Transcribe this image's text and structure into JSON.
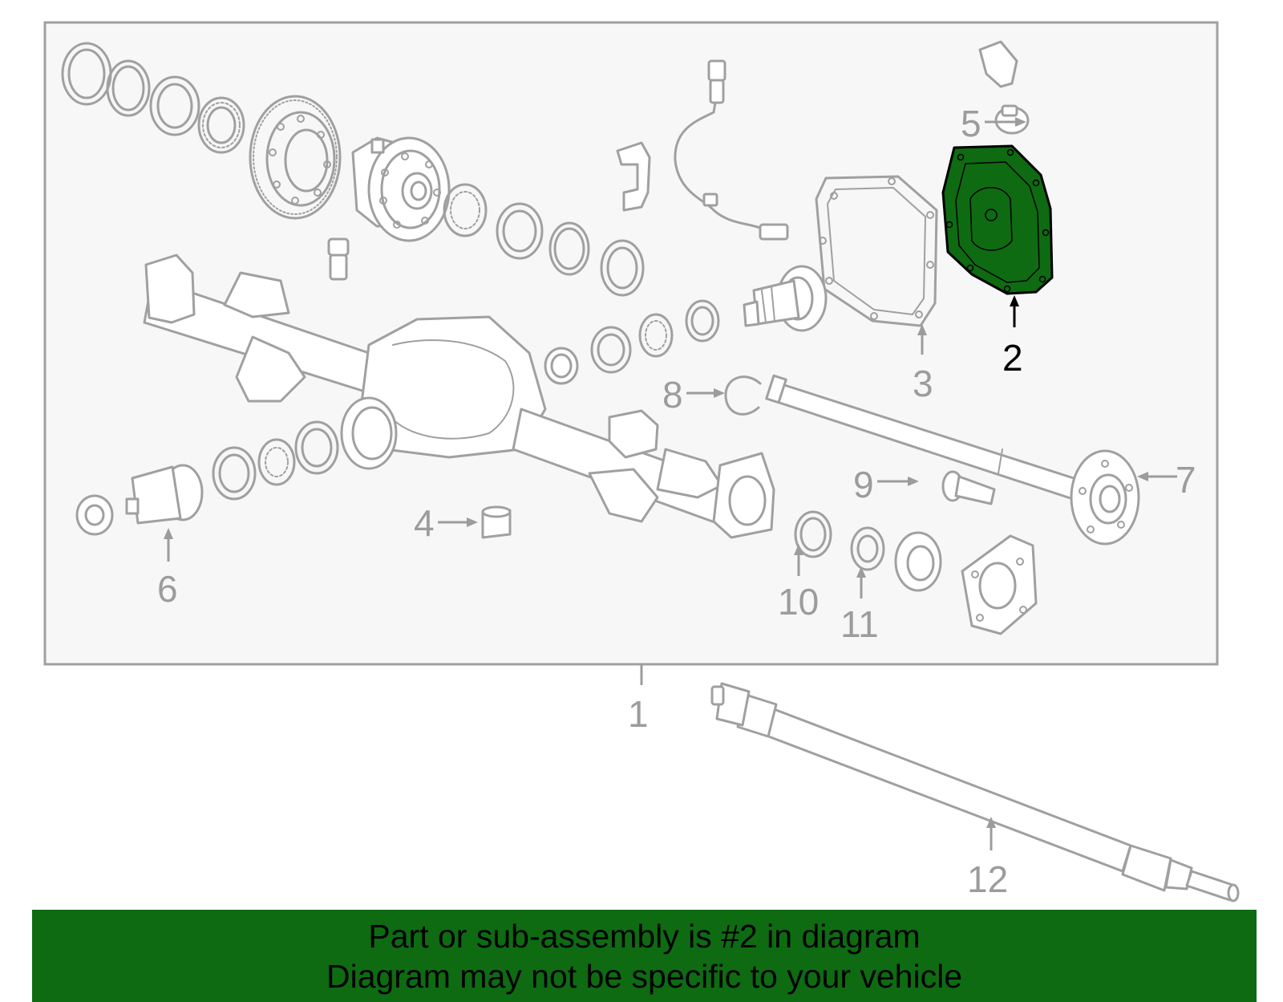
{
  "callouts": [
    {
      "id": "1",
      "label": "1"
    },
    {
      "id": "2",
      "label": "2",
      "highlighted": true
    },
    {
      "id": "3",
      "label": "3"
    },
    {
      "id": "4",
      "label": "4"
    },
    {
      "id": "5",
      "label": "5"
    },
    {
      "id": "6",
      "label": "6"
    },
    {
      "id": "7",
      "label": "7"
    },
    {
      "id": "8",
      "label": "8"
    },
    {
      "id": "9",
      "label": "9"
    },
    {
      "id": "10",
      "label": "10"
    },
    {
      "id": "11",
      "label": "11"
    },
    {
      "id": "12",
      "label": "12"
    }
  ],
  "highlight_color": "#0e6b12",
  "line_color": "#a0a0a0",
  "panel_background": "#f7f7f7",
  "banner": {
    "line1": "Part or sub-assembly is #2 in diagram",
    "line2": "Diagram may not be specific to your vehicle",
    "background": "#0e6b12"
  }
}
